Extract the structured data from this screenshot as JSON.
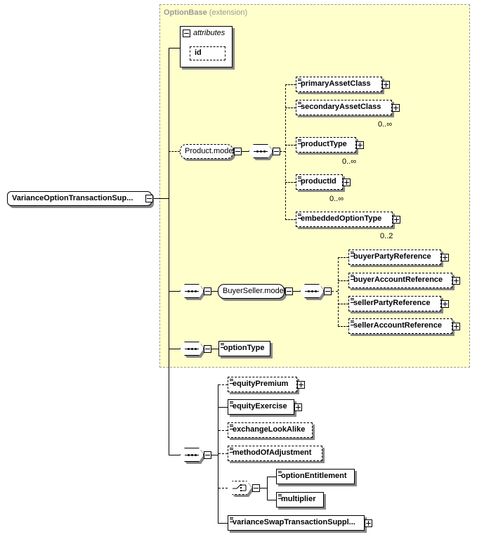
{
  "extension_box": {
    "base_name": "OptionBase",
    "suffix": "(extension)"
  },
  "attributes": {
    "title": "attributes",
    "id_label": "id"
  },
  "root": {
    "label": "VarianceOptionTransactionSup..."
  },
  "product_model": {
    "label": "Product.model",
    "elements": [
      {
        "label": "primaryAssetClass",
        "cardinality": ""
      },
      {
        "label": "secondaryAssetClass",
        "cardinality": "0..∞"
      },
      {
        "label": "productType",
        "cardinality": "0..∞"
      },
      {
        "label": "productId",
        "cardinality": "0..∞"
      },
      {
        "label": "embeddedOptionType",
        "cardinality": "0..2"
      }
    ]
  },
  "buyer_seller_model": {
    "label": "BuyerSeller.model",
    "elements": [
      {
        "label": "buyerPartyReference"
      },
      {
        "label": "buyerAccountReference"
      },
      {
        "label": "sellerPartyReference"
      },
      {
        "label": "sellerAccountReference"
      }
    ]
  },
  "option_type": {
    "label": "optionType"
  },
  "sequence_elements": [
    {
      "label": "equityPremium"
    },
    {
      "label": "equityExercise"
    },
    {
      "label": "exchangeLookAlike"
    },
    {
      "label": "methodOfAdjustment"
    }
  ],
  "choice_elements": [
    {
      "label": "optionEntitlement"
    },
    {
      "label": "multiplier"
    }
  ],
  "last_element": {
    "label": "varianceSwapTransactionSuppl..."
  }
}
